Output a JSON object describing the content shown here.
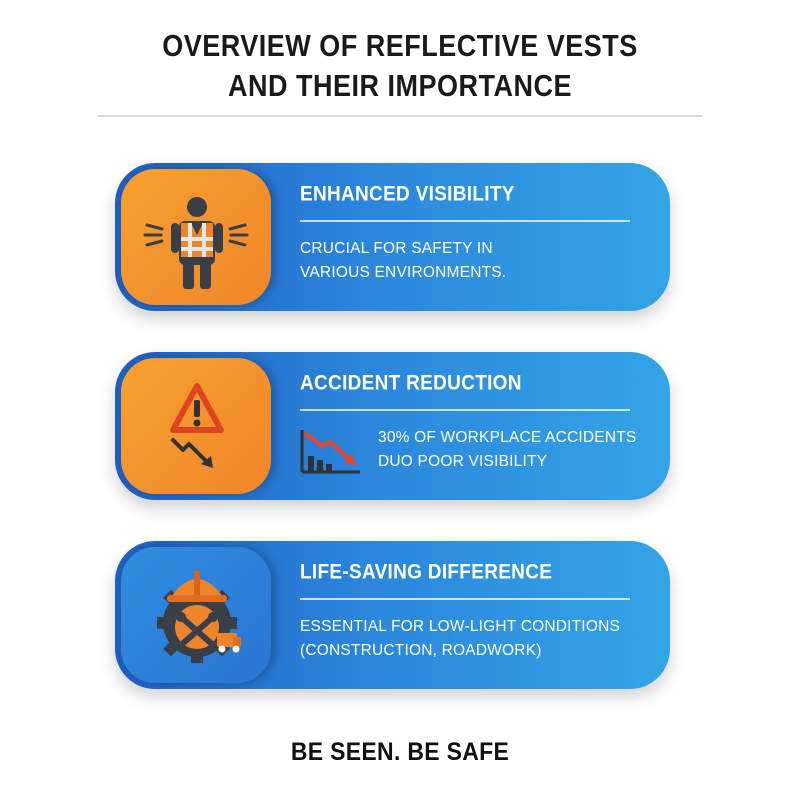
{
  "page": {
    "title_line1": "OVERVIEW OF REFLECTIVE VESTS",
    "title_line2": "AND THEIR IMPORTANCE",
    "tagline": "BE SEEN. BE SAFE"
  },
  "cards": [
    {
      "title": "ENHANCED VISIBILITY",
      "text_line1": "CRUCIAL FOR SAFETY IN",
      "text_line2": "VARIOUS ENVIRONMENTS.",
      "icon": "worker-in-vest-icon",
      "tile_color": "#f39a2d"
    },
    {
      "title": "ACCIDENT REDUCTION",
      "text_line1": "30% OF WORKPLACE ACCIDENTS",
      "text_line2": "DUO POOR VISIBILITY",
      "icon": "warning-triangle-icon",
      "secondary_icon": "downward-trend-chart-icon",
      "tile_color": "#f39a2d"
    },
    {
      "title": "LIFE-SAVING DIFFERENCE",
      "text_line1": "ESSENTIAL FOR LOW-LIGHT CONDITIONS",
      "text_line2": "(CONSTRUCTION, ROADWORK)",
      "icon": "hardhat-gear-tools-icon",
      "tile_color": "#2a80da"
    }
  ],
  "colors": {
    "card_gradient_start": "#1f5fc4",
    "card_gradient_end": "#33a4e6",
    "accent_orange": "#f39a2d",
    "vest_red": "#e84a2a"
  }
}
